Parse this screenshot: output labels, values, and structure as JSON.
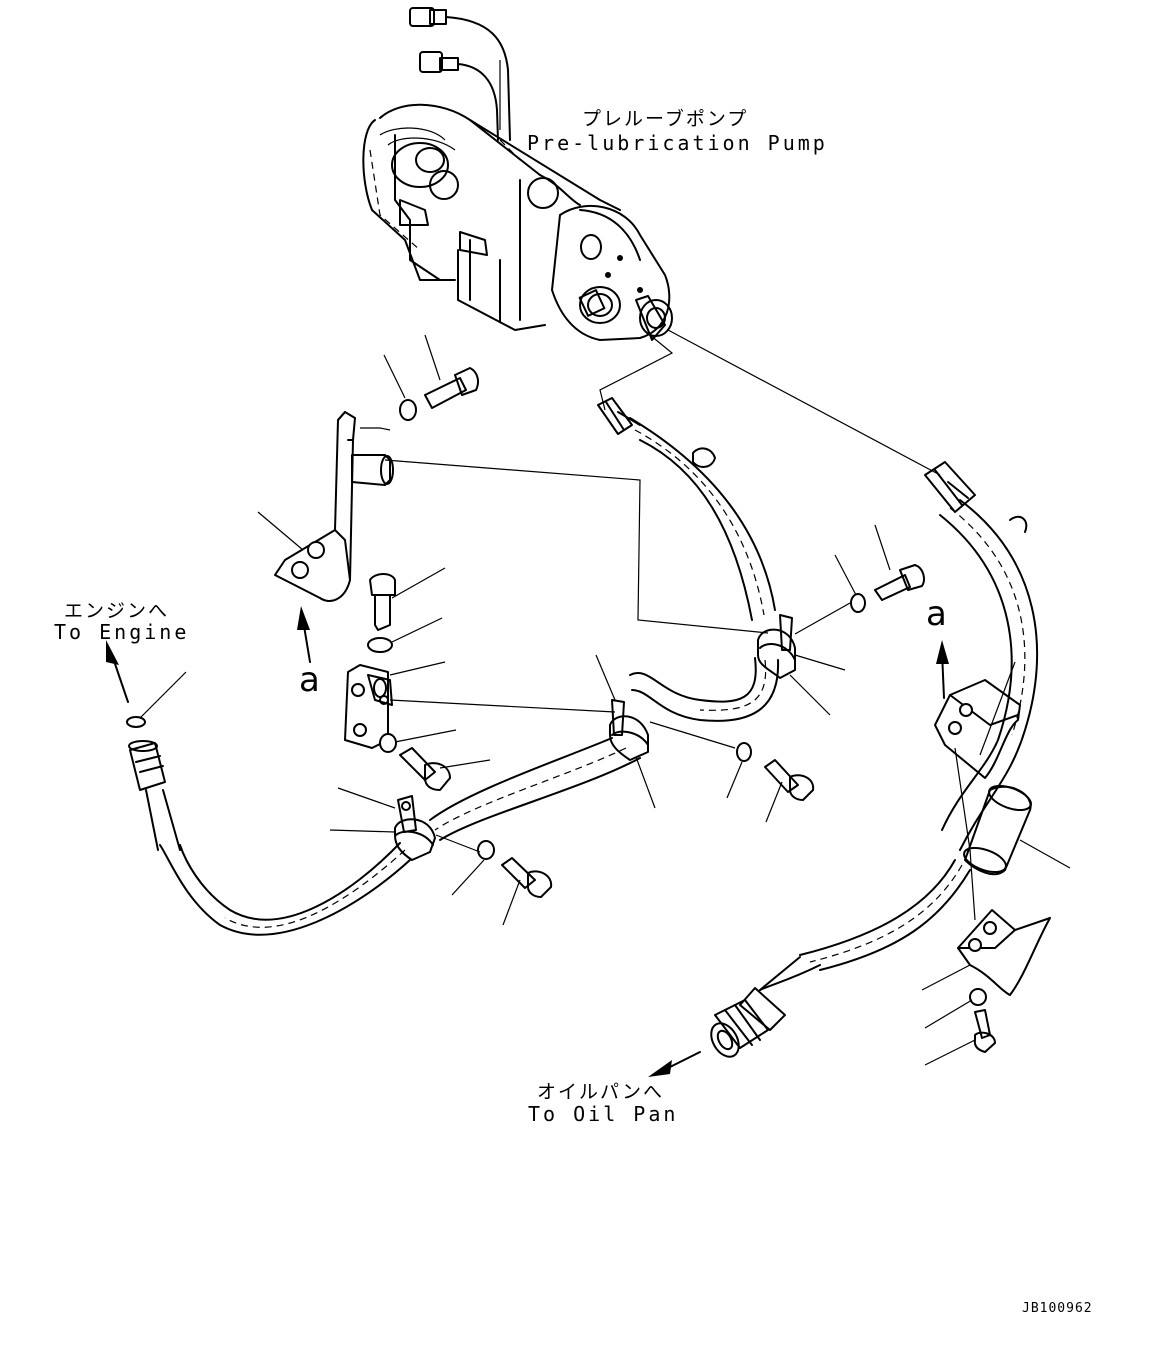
{
  "labels": {
    "pump_jp": "プレルーブポンプ",
    "pump_en": "Pre-lubrication Pump",
    "engine_jp": "エンジンへ",
    "engine_en": "To Engine",
    "oilpan_jp": "オイルパンへ",
    "oilpan_en": "To Oil Pan",
    "view_a_left": "a",
    "view_a_right": "a",
    "drawing_code": "JB100962"
  }
}
